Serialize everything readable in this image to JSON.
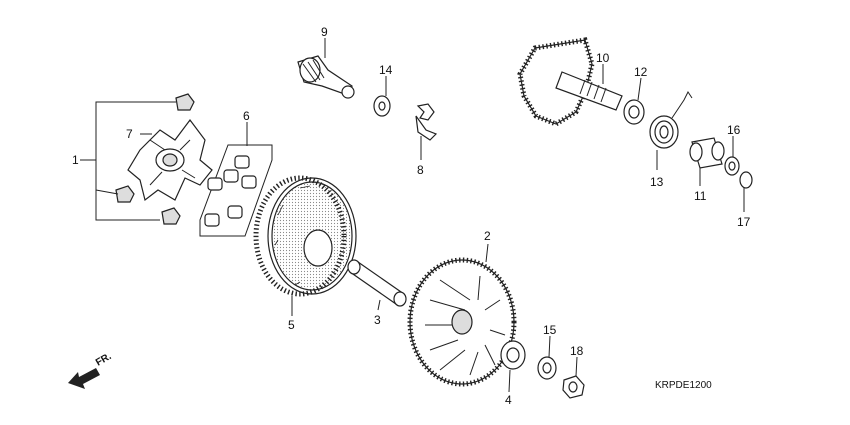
{
  "callouts": [
    "1",
    "2",
    "3",
    "4",
    "5",
    "6",
    "7",
    "8",
    "9",
    "10",
    "11",
    "12",
    "13",
    "14",
    "15",
    "16",
    "17",
    "18"
  ],
  "diagram_code": "KRPDE1200",
  "direction_label": "FR.",
  "colors": {
    "ink": "#222222",
    "paper": "#ffffff",
    "gray": "#9a9a9a",
    "dark": "#555555"
  }
}
